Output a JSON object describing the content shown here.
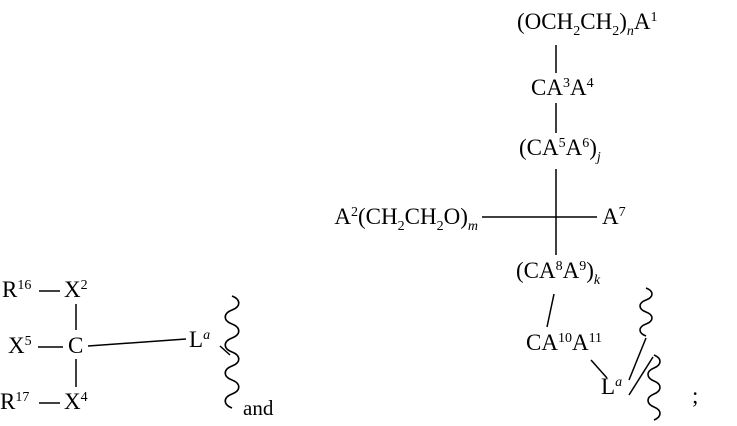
{
  "colors": {
    "ink": "#000000",
    "background": "#ffffff"
  },
  "left_structure": {
    "r16": [
      {
        "t": "R"
      },
      {
        "t": "16",
        "s": "sup"
      }
    ],
    "x2": [
      {
        "t": "X"
      },
      {
        "t": "2",
        "s": "sup"
      }
    ],
    "x5": [
      {
        "t": "X"
      },
      {
        "t": "5",
        "s": "sup"
      }
    ],
    "c": [
      {
        "t": "C"
      }
    ],
    "la": [
      {
        "t": "L"
      },
      {
        "t": "a",
        "s": "supi"
      }
    ],
    "r17": [
      {
        "t": "R"
      },
      {
        "t": "17",
        "s": "sup"
      }
    ],
    "x4": [
      {
        "t": "X"
      },
      {
        "t": "4",
        "s": "sup"
      }
    ],
    "and_label": "and"
  },
  "right_structure": {
    "peg_top": [
      {
        "t": "(OCH"
      },
      {
        "t": "2",
        "s": "sub"
      },
      {
        "t": "CH"
      },
      {
        "t": "2",
        "s": "sub"
      },
      {
        "t": ")"
      },
      {
        "t": "n",
        "s": "subi"
      },
      {
        "t": "A"
      },
      {
        "t": "1",
        "s": "sup"
      }
    ],
    "ca3a4": [
      {
        "t": "CA"
      },
      {
        "t": "3",
        "s": "sup"
      },
      {
        "t": "A"
      },
      {
        "t": "4",
        "s": "sup"
      }
    ],
    "ca5a6_j": [
      {
        "t": "(CA"
      },
      {
        "t": "5",
        "s": "sup"
      },
      {
        "t": "A"
      },
      {
        "t": "6",
        "s": "sup"
      },
      {
        "t": ")"
      },
      {
        "t": "j",
        "s": "subi"
      }
    ],
    "peg_left": [
      {
        "t": "A"
      },
      {
        "t": "2",
        "s": "sup"
      },
      {
        "t": "(CH"
      },
      {
        "t": "2",
        "s": "sub"
      },
      {
        "t": "CH"
      },
      {
        "t": "2",
        "s": "sub"
      },
      {
        "t": "O)"
      },
      {
        "t": "m",
        "s": "subi"
      }
    ],
    "a7": [
      {
        "t": "A"
      },
      {
        "t": "7",
        "s": "sup"
      }
    ],
    "ca8a9_k": [
      {
        "t": "(CA"
      },
      {
        "t": "8",
        "s": "sup"
      },
      {
        "t": "A"
      },
      {
        "t": "9",
        "s": "sup"
      },
      {
        "t": ")"
      },
      {
        "t": "k",
        "s": "subi"
      }
    ],
    "ca10a11": [
      {
        "t": "CA"
      },
      {
        "t": "10",
        "s": "sup"
      },
      {
        "t": "A"
      },
      {
        "t": "11",
        "s": "sup"
      }
    ],
    "la": [
      {
        "t": "L"
      },
      {
        "t": "a",
        "s": "supi"
      }
    ],
    "semicolon": ";"
  }
}
